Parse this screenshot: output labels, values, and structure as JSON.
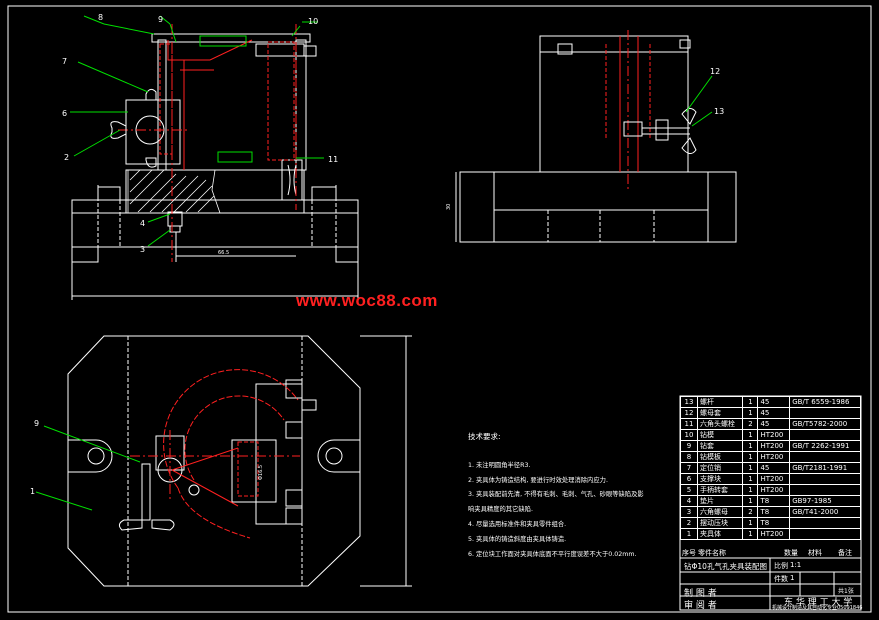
{
  "watermark": "www.woc88.com",
  "callouts": {
    "c1": "1",
    "c2": "2",
    "c3": "3",
    "c4": "4",
    "c6": "6",
    "c7": "7",
    "c8": "8",
    "c9": "9",
    "c10": "10",
    "c11": "11",
    "c12": "12",
    "c13": "13",
    "c9b": "9"
  },
  "dims": {
    "d_66": "66.5",
    "d_30": "30",
    "d_ph": "Φ16.5"
  },
  "tech_notes": {
    "title": "技术要求:",
    "items": [
      "1. 未注明圆角半径R3.",
      "2. 夹具体为铸造结构, 要进行时效处理消除内应力.",
      "3. 夹具装配前先清, 不得有毛刺、毛刺、气孔、砂眼等缺陷及影",
      "响夹具精度的其它缺陷.",
      "4. 尽量选用标准件和夹具零件组合.",
      "5. 夹具体的铸造斜度由夹具体铸造.",
      "6. 定位块工作面对夹具体底面不平行度误差不大于0.02mm."
    ]
  },
  "bom": [
    {
      "no": "13",
      "name": "螺杆",
      "qty": "1",
      "mat": "45",
      "std": "GB/T 6559-1986"
    },
    {
      "no": "12",
      "name": "螺母套",
      "qty": "1",
      "mat": "45",
      "std": ""
    },
    {
      "no": "11",
      "name": "六角头螺栓",
      "qty": "2",
      "mat": "45",
      "std": "GB/T5782-2000"
    },
    {
      "no": "10",
      "name": "钻模",
      "qty": "1",
      "mat": "HT200",
      "std": ""
    },
    {
      "no": "9",
      "name": "钻套",
      "qty": "1",
      "mat": "HT200",
      "std": "GB/T 2262-1991"
    },
    {
      "no": "8",
      "name": "钻模板",
      "qty": "1",
      "mat": "HT200",
      "std": ""
    },
    {
      "no": "7",
      "name": "定位销",
      "qty": "1",
      "mat": "45",
      "std": "GB/T2181-1991"
    },
    {
      "no": "6",
      "name": "支撑块",
      "qty": "1",
      "mat": "HT200",
      "std": ""
    },
    {
      "no": "5",
      "name": "手柄转套",
      "qty": "1",
      "mat": "HT200",
      "std": ""
    },
    {
      "no": "4",
      "name": "垫片",
      "qty": "1",
      "mat": "T8",
      "std": "GB97-1985"
    },
    {
      "no": "3",
      "name": "六角螺母",
      "qty": "2",
      "mat": "T8",
      "std": "GB/T41-2000"
    },
    {
      "no": "2",
      "name": "摆动压块",
      "qty": "1",
      "mat": "T8",
      "std": ""
    },
    {
      "no": "1",
      "name": "夹具体",
      "qty": "1",
      "mat": "HT200",
      "std": ""
    }
  ],
  "title_block": {
    "header_no": "序号",
    "header_name": "零件名称",
    "header_qty": "数量",
    "header_mat": "材料",
    "header_remark": "备注",
    "drawing_name": "钻Φ10孔气孔夹具装配图",
    "scale_label": "比例",
    "scale_value": "1:1",
    "qty_label": "件数",
    "qty_value": "1",
    "designer_label": "制 图 者",
    "checker_label": "审 阅 者",
    "sheet_label": "共1张",
    "school": "东 华 理 工 大 学",
    "class_line": "机械设计制造及其自动化专业05091846"
  }
}
